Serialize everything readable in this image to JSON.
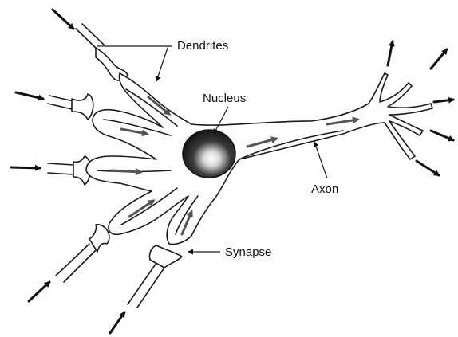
{
  "labels": {
    "dendrites": "Dendrites",
    "nucleus": "Nucleus",
    "axon": "Axon",
    "synapse": "Synapse"
  },
  "colors": {
    "outline": "#1a1a1a",
    "nucleus_dark": "#1e1e1e",
    "nucleus_highlight": "#ffffff",
    "arrow_gray": "#555555",
    "signal_arrow": "#111111"
  }
}
